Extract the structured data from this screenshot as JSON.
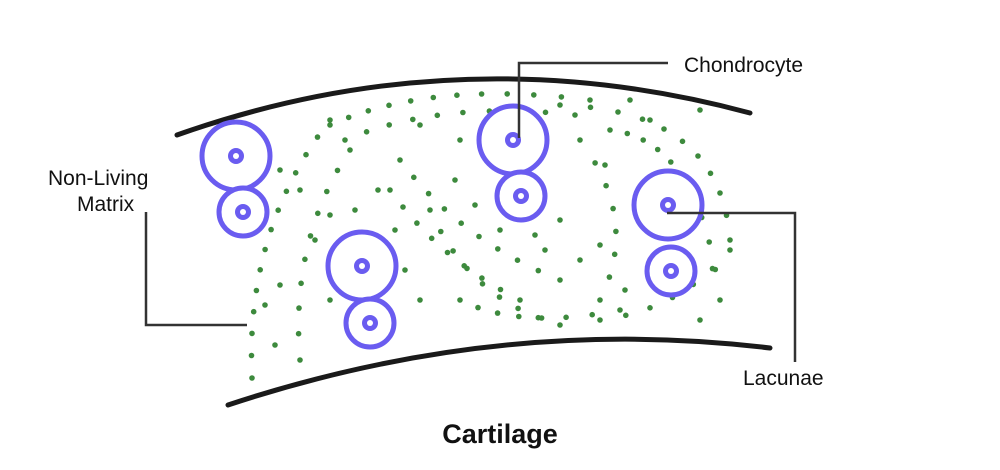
{
  "title": "Cartilage",
  "labels": {
    "chondrocyte": "Chondrocyte",
    "matrix_line1": "Non-Living",
    "matrix_line2": "Matrix",
    "lacunae": "Lacunae"
  },
  "colors": {
    "cell": "#6a5cf0",
    "dots": "#3d8a3d",
    "outline": "#1a1a1a",
    "leader": "#333333"
  }
}
